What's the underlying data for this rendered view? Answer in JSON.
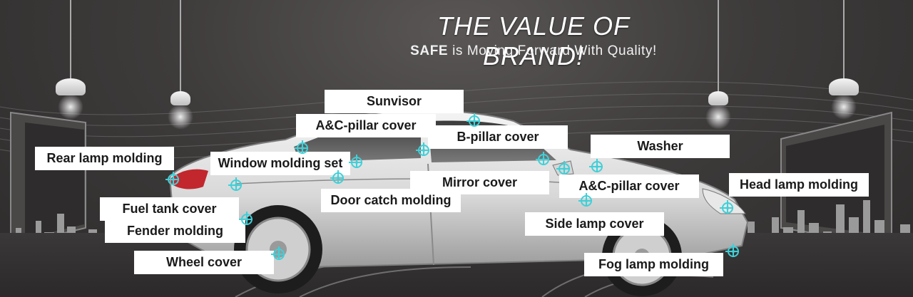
{
  "hero": {
    "title": "THE VALUE OF BRAND!",
    "subtitle_brand": "SAFE",
    "subtitle_rest": " is Moving Forward With Quality!"
  },
  "colors": {
    "background": "#3e3b3b",
    "marker": "#3fd0d8",
    "label_bg": "#ffffff",
    "label_text": "#1a1a1a"
  },
  "parts": [
    {
      "id": "sunvisor",
      "label": "Sunvisor"
    },
    {
      "id": "ac-pillar-top",
      "label": "A&C-pillar cover"
    },
    {
      "id": "b-pillar",
      "label": "B-pillar cover"
    },
    {
      "id": "washer",
      "label": "Washer"
    },
    {
      "id": "rear-lamp",
      "label": "Rear lamp molding"
    },
    {
      "id": "window-molding",
      "label": "Window molding set"
    },
    {
      "id": "mirror",
      "label": "Mirror cover"
    },
    {
      "id": "door-catch",
      "label": "Door catch molding"
    },
    {
      "id": "ac-pillar-right",
      "label": "A&C-pillar cover"
    },
    {
      "id": "head-lamp",
      "label": "Head lamp molding"
    },
    {
      "id": "fuel-tank",
      "label": "Fuel tank cover"
    },
    {
      "id": "fender",
      "label": "Fender molding"
    },
    {
      "id": "side-lamp",
      "label": "Side lamp cover"
    },
    {
      "id": "wheel",
      "label": "Wheel cover"
    },
    {
      "id": "fog-lamp",
      "label": "Fog lamp molding"
    }
  ]
}
